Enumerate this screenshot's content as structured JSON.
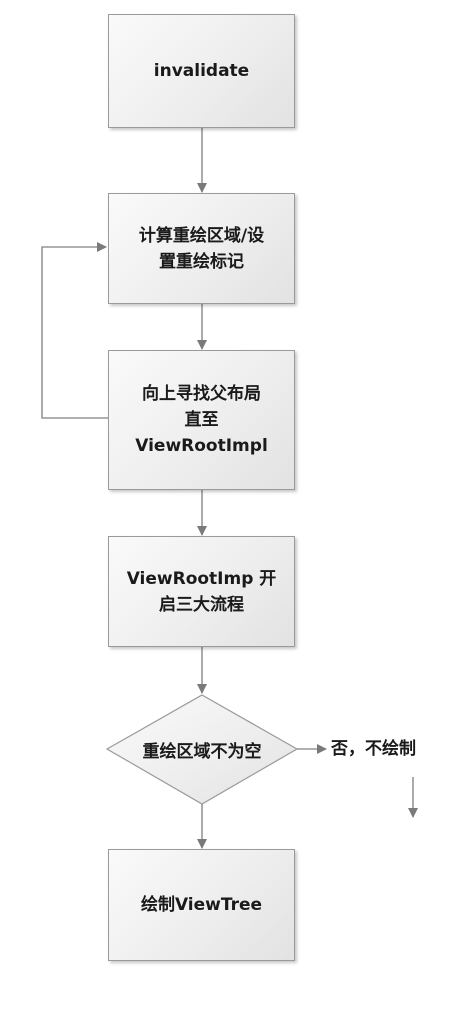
{
  "nodes": {
    "invalidate": "invalidate",
    "compute_region": "计算重绘区域/设\n置重绘标记",
    "find_parent": "向上寻找父布局\n直至\nViewRootImpl",
    "start_flow": "ViewRootImp 开\n启三大流程",
    "draw": "绘制ViewTree"
  },
  "decision": {
    "label": "重绘区域不为空",
    "no_branch": "否，不绘制"
  },
  "colors": {
    "box_border": "#9a9a9a",
    "box_fill": "#eeeeee",
    "edge": "#808080",
    "text": "#1a1a1a"
  }
}
